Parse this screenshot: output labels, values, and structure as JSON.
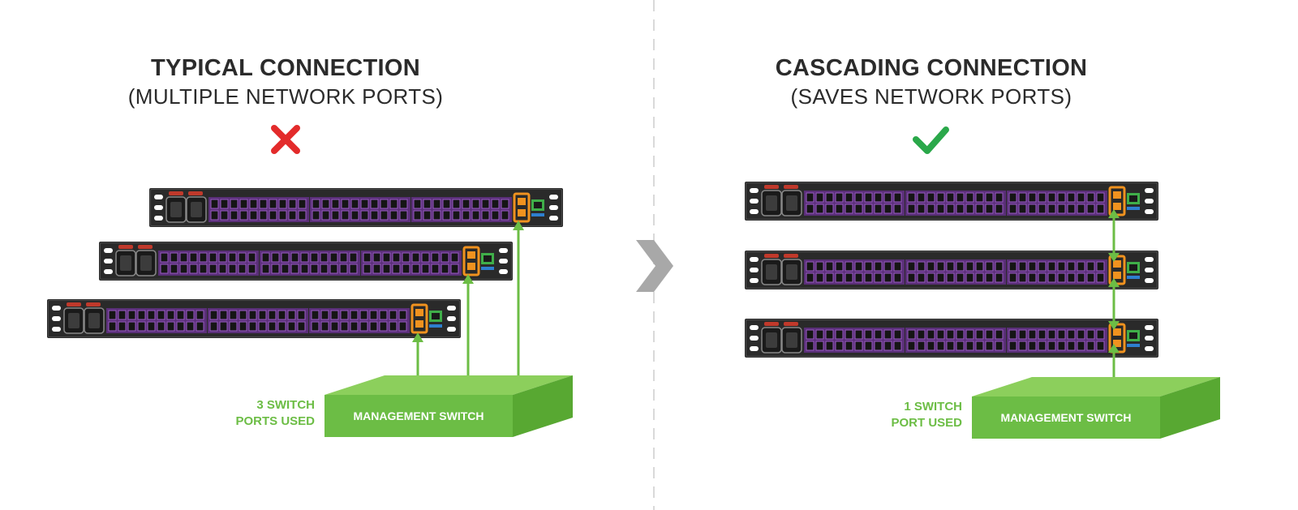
{
  "left_panel": {
    "title": "TYPICAL CONNECTION",
    "subtitle": "(MULTIPLE NETWORK PORTS)",
    "status_icon": "cross-icon",
    "caption_lines": [
      "3 SWITCH",
      "PORTS USED"
    ],
    "switch_label": "MANAGEMENT SWITCH"
  },
  "right_panel": {
    "title": "CASCADING CONNECTION",
    "subtitle": "(SAVES NETWORK PORTS)",
    "status_icon": "check-icon",
    "caption_lines": [
      "1 SWITCH",
      "PORT USED"
    ],
    "switch_label": "MANAGEMENT SWITCH"
  },
  "arrow_icon": "chevron-right-icon",
  "colors": {
    "text": "#2b2b2b",
    "green": "#6cbd45",
    "cross_red": "#e32b2b",
    "check_green": "#2aa84a",
    "pdu_body": "#2a2a2a",
    "outlet_purple": "#8a4fb0",
    "mgmt_port_orange": "#f0921f",
    "chevron_gray": "#a8a8a8"
  }
}
